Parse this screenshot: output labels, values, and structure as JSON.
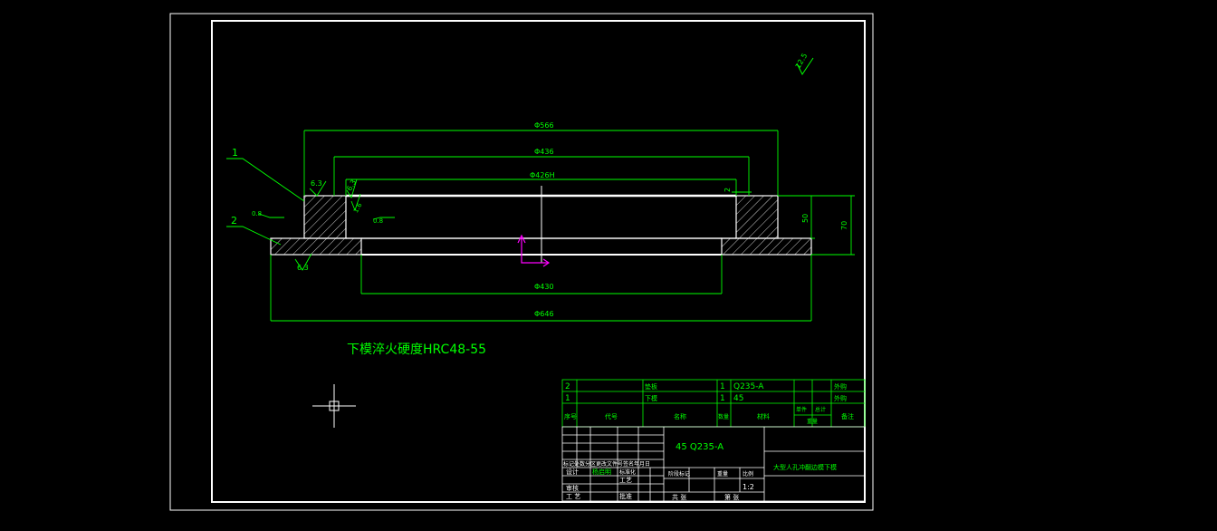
{
  "drawing": {
    "roughness_mark": "12.5",
    "dims": {
      "d566": "Φ566",
      "d436": "Φ436",
      "d426": "Φ426H",
      "d430": "Φ430",
      "d646": "Φ646",
      "h50": "50",
      "h70": "70",
      "gap2": "2"
    },
    "surface_marks": {
      "s63a": "6.3",
      "s63b": "6.3",
      "s63c": "6.3",
      "s08a": "0.8",
      "s08b": "0.8",
      "s16": "1.6"
    },
    "callouts": [
      "1",
      "2"
    ],
    "note": "下模淬火硬度HRC48-55"
  },
  "title_block": {
    "parts": [
      {
        "no": "2",
        "code": "",
        "name": "垫板",
        "qty": "1",
        "material": "Q235-A",
        "remark": "外购"
      },
      {
        "no": "1",
        "code": "",
        "name": "下模",
        "qty": "1",
        "material": "45",
        "remark": "外购"
      }
    ],
    "headers": {
      "no": "序号",
      "code": "代号",
      "name": "名称",
      "qty": "数量",
      "material": "材料",
      "single": "单件",
      "total": "总计",
      "weight": "重量",
      "remark": "备注"
    },
    "material_field": "45    Q235-A",
    "drawing_name": "大型人孔冲翻边模下模",
    "revision_header": "标记处数分区更改文件号签名年月日",
    "rows": {
      "design": "设计",
      "designer": "杨启明",
      "standard": "标准化",
      "check": "审核",
      "process": "工艺",
      "craft": "工 艺",
      "approve": "批准"
    },
    "stage_header": {
      "mark": "阶段标记",
      "weight": "重量",
      "scale": "比例"
    },
    "scale": "1:2",
    "sheets": {
      "total": "共  张",
      "page": "第  张"
    }
  },
  "colors": {
    "green": "#00ff00",
    "white": "#ffffff",
    "magenta": "#ff00ff",
    "background": "#000000"
  }
}
